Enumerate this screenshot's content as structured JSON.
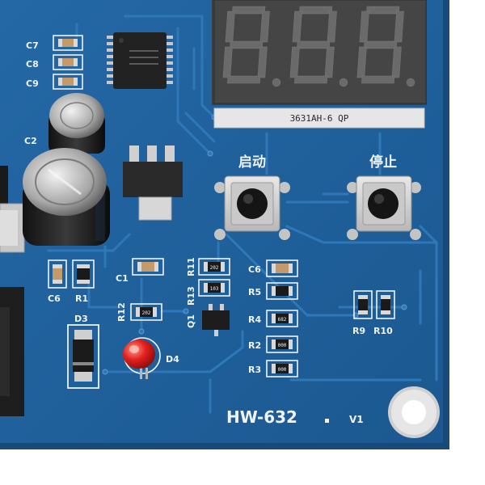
{
  "board": {
    "model": "HW-632",
    "version": "V1",
    "display_part": "3631AH-6 QP",
    "display_digits": "8.8.8.",
    "buttons": {
      "start": "启动",
      "stop": "停止"
    },
    "labels": {
      "c7": "C7",
      "c8": "C8",
      "c9": "C9",
      "c2": "C2",
      "c1": "C1",
      "c6a": "C6",
      "c6b": "C6",
      "r1": "R1",
      "r11": "R11",
      "r12": "R12",
      "r13": "R13",
      "q1": "Q1",
      "r5": "R5",
      "r4": "R4",
      "r2": "R2",
      "r3": "R3",
      "r9": "R9",
      "r10": "R10",
      "d3": "D3",
      "d4": "D4"
    },
    "smd_codes": {
      "r11": "202",
      "r13": "103",
      "r12": "202",
      "r4": "682",
      "r2": "000",
      "r3": "000"
    },
    "colors": {
      "pcb": "#1f5d96",
      "silkscreen": "#eef3f8",
      "led": "#e3201e"
    }
  }
}
